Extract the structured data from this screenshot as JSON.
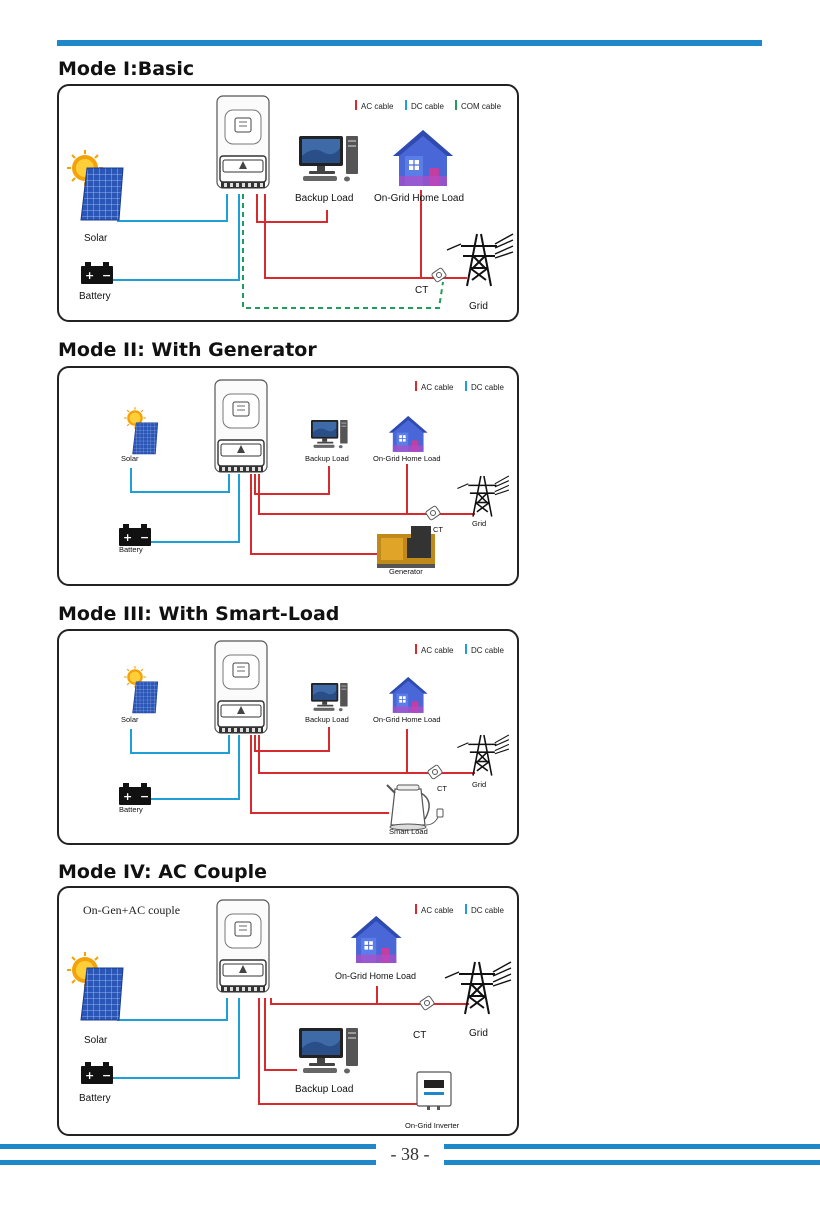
{
  "colors": {
    "ac": "#d62a2f",
    "dc": "#1ea0d6",
    "com": "#1f9d5a",
    "accent": "#1e88c8"
  },
  "legend": {
    "ac": "AC cable",
    "dc": "DC cable",
    "com": "COM cable"
  },
  "modes": [
    {
      "title": "Mode I:Basic",
      "labels": {
        "solar": "Solar",
        "battery": "Battery",
        "backup": "Backup Load",
        "home": "On-Grid Home Load",
        "ct": "CT",
        "grid": "Grid"
      }
    },
    {
      "title": "Mode II: With Generator",
      "labels": {
        "solar": "Solar",
        "battery": "Battery",
        "backup": "Backup Load",
        "home": "On-Grid Home Load",
        "ct": "CT",
        "grid": "Grid",
        "generator": "Generator"
      }
    },
    {
      "title": "Mode III: With Smart-Load",
      "labels": {
        "solar": "Solar",
        "battery": "Battery",
        "backup": "Backup Load",
        "home": "On-Grid Home Load",
        "ct": "CT",
        "grid": "Grid",
        "smart": "Smart Load"
      }
    },
    {
      "title": "Mode IV: AC Couple",
      "labels": {
        "note": "On-Gen+AC couple",
        "solar": "Solar",
        "battery": "Battery",
        "backup": "Backup Load",
        "home": "On-Grid Home Load",
        "ct": "CT",
        "grid": "Grid",
        "inverter": "On-Grid Inverter"
      }
    }
  ],
  "page_number": "- 38 -"
}
